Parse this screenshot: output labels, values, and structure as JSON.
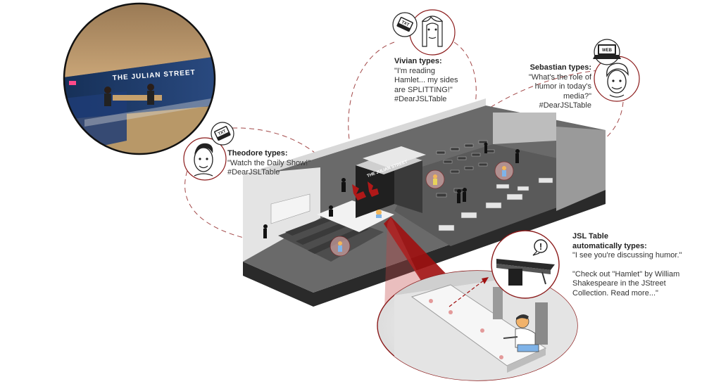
{
  "photo": {
    "sign_text": "THE JULIAN STREET"
  },
  "building": {
    "sign_text": "THE JULIAN STREET"
  },
  "callouts": [
    {
      "id": "theodore",
      "speaker": "Theodore types:",
      "lines": [
        "\"Watch the Daily Show!\"",
        "#DearJSLTable"
      ],
      "device": "TXT"
    },
    {
      "id": "vivian",
      "speaker": "Vivian types:",
      "lines": [
        "\"I'm reading",
        "Hamlet... my sides",
        "are SPLITTING!\"",
        "#DearJSLTable"
      ],
      "device": "TXT"
    },
    {
      "id": "sebastian",
      "speaker": "Sebastian types:",
      "lines": [
        "\"What's the role of",
        "humor in today's media?\"",
        "#DearJSLTable"
      ],
      "device": "WEB"
    }
  ],
  "jsl_table": {
    "speaker_lines": [
      "JSL Table",
      "automatically types:"
    ],
    "lines": [
      "\"I see you're discussing humor.\"",
      "",
      "\"Check out \"Hamlet\" by William",
      "Shakespeare in the JStreet",
      "Collection. Read more...\""
    ],
    "alert_symbol": "!"
  },
  "colors": {
    "accent": "#8b1a1a",
    "dark_red": "#a01010",
    "wall_blue": "#1f3b6e"
  }
}
